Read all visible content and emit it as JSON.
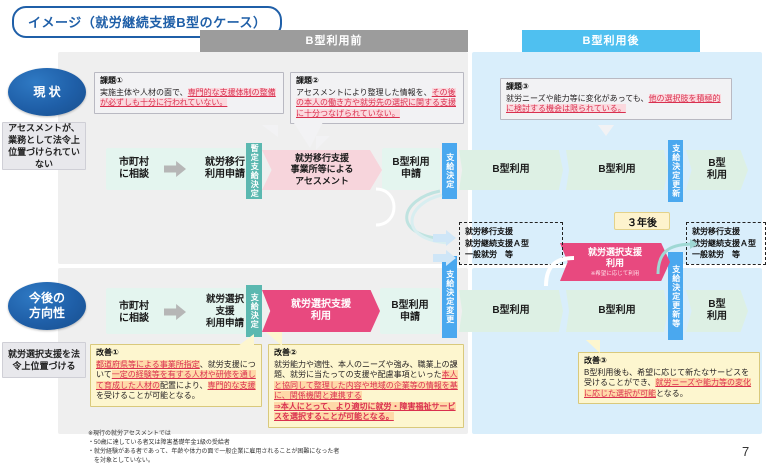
{
  "title": "イメージ（就労継続支援B型のケース）",
  "page_number": "7",
  "headers": {
    "before": "B型利用前",
    "after": "B型利用後"
  },
  "rows": {
    "current": {
      "circle_label": "現 状",
      "left_note": "アセスメントが、業務として法令上位置づけられていない",
      "steps": {
        "consult": "市町村\nに相談",
        "apply": "就労移行\n利用申請",
        "decision_temp": "暫定支給決定",
        "assessment": "就労移行支援\n事業所等による\nアセスメント",
        "apply_b": "B型利用\n申請",
        "decision": "支給決定",
        "use_b_1": "B型利用",
        "use_b_2": "B型利用",
        "decision_renew": "支給決定更新",
        "use_b_3": "B型\n利用"
      },
      "problems": [
        {
          "label": "課題①",
          "text_plain": "実施主体や人材の面で、",
          "text_hl": "専門的な支援体制の整備が必ずしも十分に行われていない。"
        },
        {
          "label": "課題②",
          "text_plain": "アセスメントにより整理した情報を、",
          "text_hl": "その後の本人の働き方や就労先の選択に関する支援に十分つなげられていない。"
        },
        {
          "label": "課題③",
          "text_plain": "就労ニーズや能力等に変化があっても、",
          "text_hl": "他の選択肢を積極的に検討する機会は限られている。"
        }
      ]
    },
    "future": {
      "circle_label": "今後の\n方向性",
      "left_note": "就労選択支援を法令上位置づける",
      "steps": {
        "consult": "市町村\nに相談",
        "apply": "就労選択\n支援\n利用申請",
        "decision": "支給決定",
        "select_support": "就労選択支援\n利用",
        "apply_b": "B型利用\n申請",
        "decision_change": "支給決定変更",
        "use_b_1": "B型利用",
        "use_b_2": "B型利用",
        "select_support_2": "就労選択支援\n利用",
        "select_support_2_note": "※希望に応じて利用",
        "decision_change_2": "支給決定変更",
        "decision_renew": "支給決定更新等",
        "use_b_3": "B型\n利用"
      },
      "options_box_1": "就労移行支援\n就労継続支援Ａ型\n一般就労　等",
      "options_box_2": "就労移行支援\n就労継続支援Ａ型\n一般就労　等",
      "year_badge": "３年後",
      "improvements": [
        {
          "label": "改善①",
          "seg1_hl": "都道府県等による事業所指定",
          "seg2": "、就労支援について",
          "seg3_hl": "一定の経験等を有する人材や研修を通して育成した人材の",
          "seg4": "配置により、",
          "seg5_hl": "専門的な支援",
          "seg6": "を受けることが可能となる。"
        },
        {
          "label": "改善②",
          "seg1": "就労能力や適性、本人のニーズや強み、職業上の課題、就労に当たっての支援や配慮事項といった",
          "seg2_hl": "本人と協同して整理した内容や地域の企業等の情報を基に、関係機関と連携する",
          "seg3_arrow": "⇒本人にとって、より適切に就労・障害福祉サービスを選択することが可能となる。"
        },
        {
          "label": "改善③",
          "seg1": "B型利用後も、希望に応じて新たなサービスを受けることができ、",
          "seg2_hl": "就労ニーズや能力等の変化に応じた選択が可能",
          "seg3": "となる。"
        }
      ]
    }
  },
  "footnote": {
    "line1": "※現行の就労アセスメントでは",
    "line2": "・50歳に達している者又は障害基礎年金1級の受給者",
    "line3": "・就労経験がある者であって、年齢や体力の面で一般企業に雇用されることが困難になった者",
    "line4": "　を対象としていない。"
  },
  "colors": {
    "brand_blue": "#1f5fa8",
    "header_grey": "#9c9c9c",
    "header_blue": "#4fc0f0",
    "accent_pink": "#e8497f",
    "highlight_red": "#d9304f",
    "teal_bar": "#5bb8b0",
    "blue_bar": "#4aa8ef"
  }
}
